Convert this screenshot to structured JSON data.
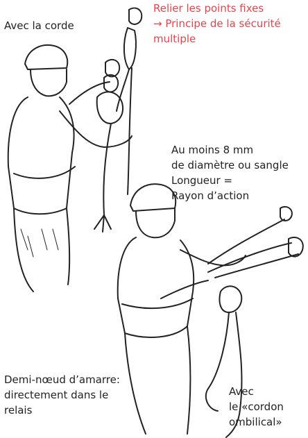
{
  "labels": {
    "avec_la_corde": "Avec la corde",
    "relier_points_fixes": "Relier les points fixes\n→ Principe de la sécurité\nmultiple",
    "diametre": "Au moins 8 mm\nde diamètre ou sangle\nLongueur =\nRayon d’action",
    "demi_noeud": "Demi-nœud d’amarre:\ndirectement dans le\nrelais",
    "cordon_ombilical": "Avec\nle «cordon\nombilical»"
  },
  "colors": {
    "accent_red": "#e8434b",
    "ink": "#222222"
  }
}
